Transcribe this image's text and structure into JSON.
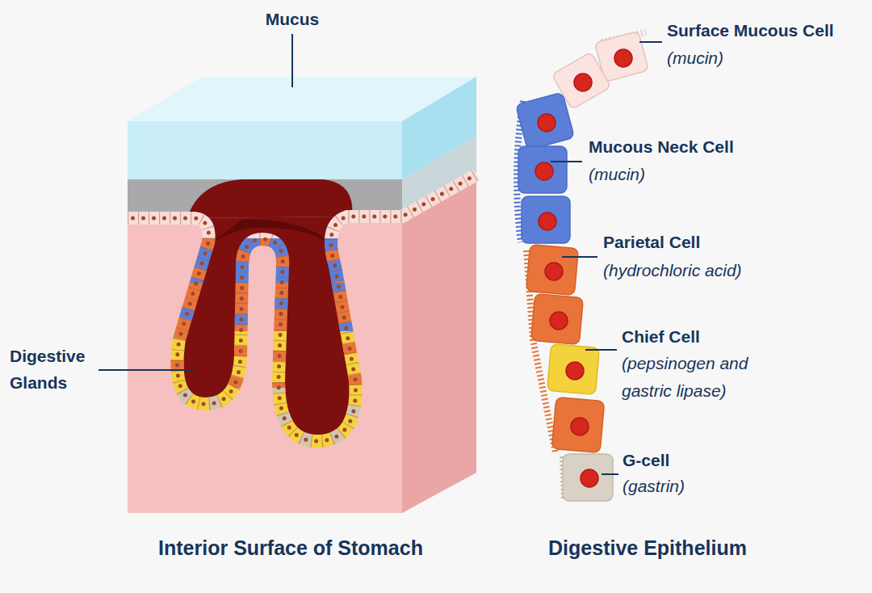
{
  "diagram": {
    "labels": [
      "Mucus",
      "Digestive Glands",
      "Surface Mucous Cell",
      "(mucin)",
      "Mucous Neck Cell",
      "(mucin)",
      "Parietal Cell",
      "(hydrochloric acid)",
      "Chief Cell",
      "(pepsinogen and gastric lipase)",
      "G-cell",
      "(gastrin)",
      "Interior Surface of Stomach",
      "Digestive Epithelium"
    ]
  }
}
